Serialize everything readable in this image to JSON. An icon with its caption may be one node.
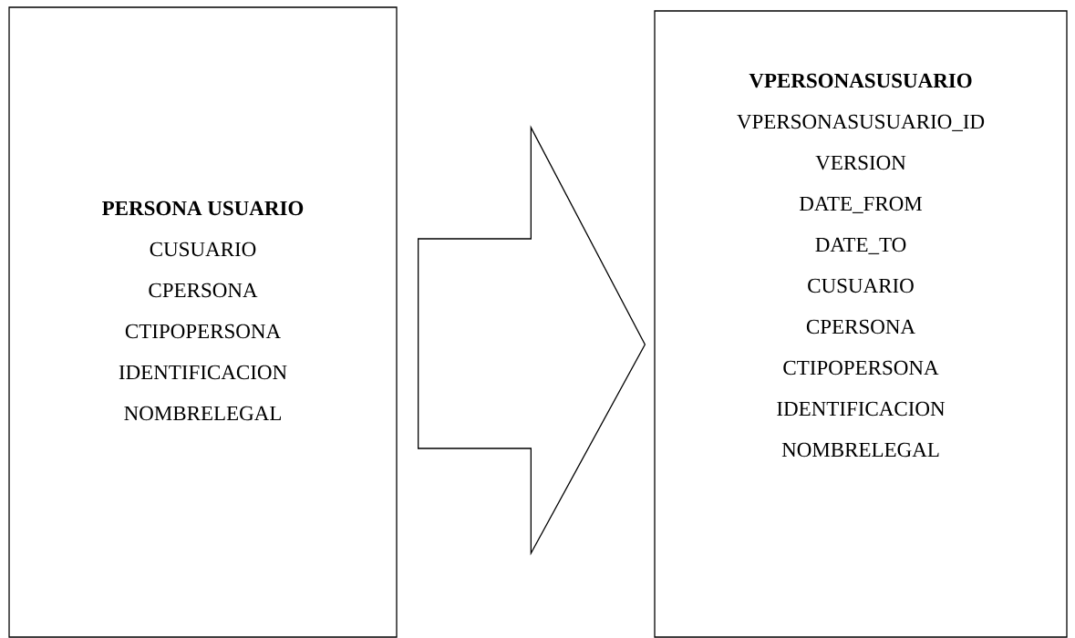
{
  "diagram": {
    "nodes": [
      {
        "text": [
          "PERSONA USUARIO",
          "CUSUARIO",
          "CPERSONA",
          "CTIPOPERSONA",
          "IDENTIFICACION",
          "NOMBRELEGAL"
        ]
      },
      {
        "text": [
          "VPERSONASUSUARIO",
          "VPERSONASUSUARIO_ID",
          "VERSION",
          "DATE_FROM",
          "DATE_TO",
          "CUSUARIO",
          "CPERSONA",
          "CTIPOPERSONA",
          "IDENTIFICACION",
          "NOMBRELEGAL"
        ]
      }
    ],
    "edges": [
      {
        "from": 0,
        "to": 1,
        "arrow": "to"
      }
    ]
  }
}
